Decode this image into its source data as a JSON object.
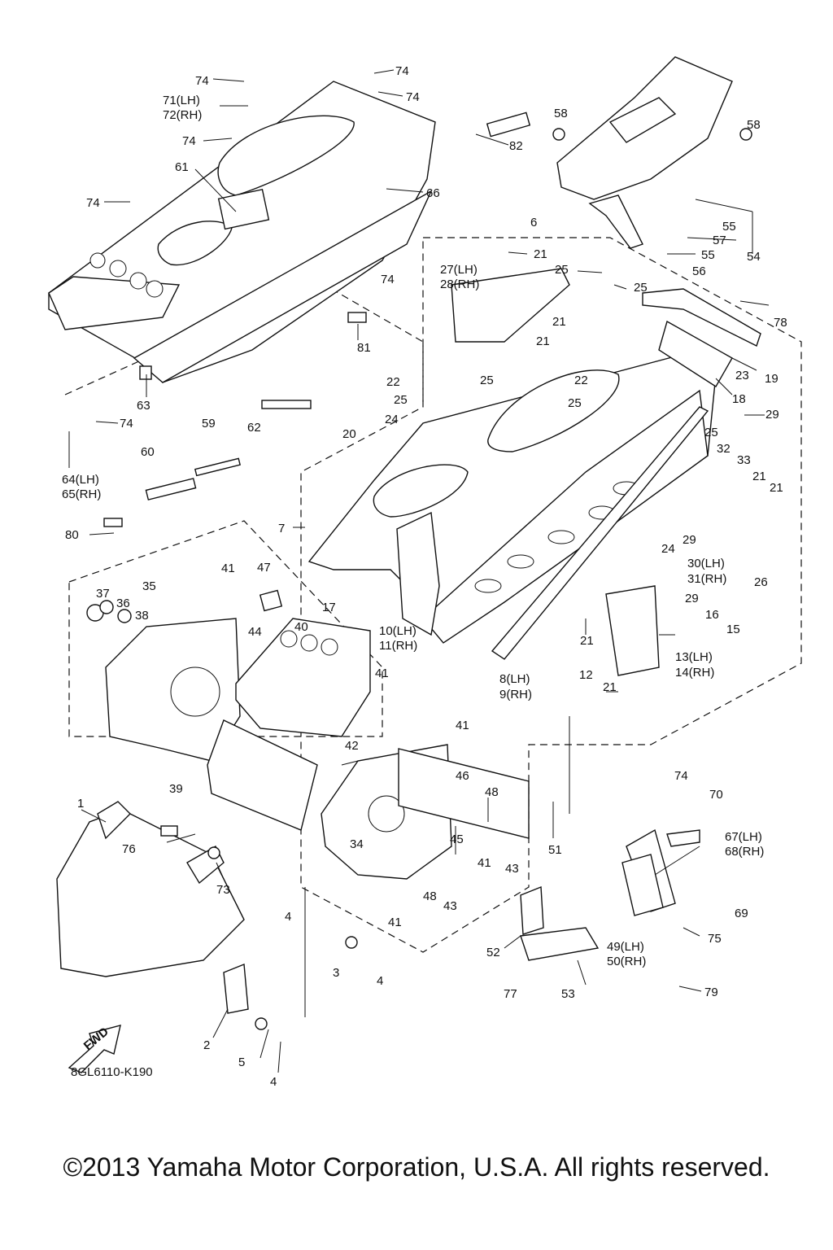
{
  "diagram": {
    "code": "8GL6110-K190",
    "fwd_label": "FWD",
    "copyright": "©2013 Yamaha Motor Corporation, U.S.A. All rights reserved.",
    "labels": [
      {
        "id": "l74a",
        "text": "74"
      },
      {
        "id": "l71",
        "text": "71(LH)"
      },
      {
        "id": "l72",
        "text": "72(RH)"
      },
      {
        "id": "l74b",
        "text": "74"
      },
      {
        "id": "l61",
        "text": "61"
      },
      {
        "id": "l74c",
        "text": "74"
      },
      {
        "id": "l74d",
        "text": "74"
      },
      {
        "id": "l74e",
        "text": "74"
      },
      {
        "id": "l82",
        "text": "82"
      },
      {
        "id": "l66",
        "text": "66"
      },
      {
        "id": "l58a",
        "text": "58"
      },
      {
        "id": "l58b",
        "text": "58"
      },
      {
        "id": "l6",
        "text": "6"
      },
      {
        "id": "l55a",
        "text": "55"
      },
      {
        "id": "l57",
        "text": "57"
      },
      {
        "id": "l55b",
        "text": "55"
      },
      {
        "id": "l54",
        "text": "54"
      },
      {
        "id": "l56",
        "text": "56"
      },
      {
        "id": "l21a",
        "text": "21"
      },
      {
        "id": "l27",
        "text": "27(LH)"
      },
      {
        "id": "l28",
        "text": "28(RH)"
      },
      {
        "id": "l25a",
        "text": "25"
      },
      {
        "id": "l25b",
        "text": "25"
      },
      {
        "id": "l74f",
        "text": "74"
      },
      {
        "id": "l78",
        "text": "78"
      },
      {
        "id": "l21b",
        "text": "21"
      },
      {
        "id": "l21c",
        "text": "21"
      },
      {
        "id": "l81",
        "text": "81"
      },
      {
        "id": "l22a",
        "text": "22"
      },
      {
        "id": "l25c",
        "text": "25"
      },
      {
        "id": "l22b",
        "text": "22"
      },
      {
        "id": "l23",
        "text": "23"
      },
      {
        "id": "l19",
        "text": "19"
      },
      {
        "id": "l63",
        "text": "63"
      },
      {
        "id": "l25d",
        "text": "25"
      },
      {
        "id": "l25e",
        "text": "25"
      },
      {
        "id": "l18",
        "text": "18"
      },
      {
        "id": "l74g",
        "text": "74"
      },
      {
        "id": "l59",
        "text": "59"
      },
      {
        "id": "l62",
        "text": "62"
      },
      {
        "id": "l24a",
        "text": "24"
      },
      {
        "id": "l29a",
        "text": "29"
      },
      {
        "id": "l20",
        "text": "20"
      },
      {
        "id": "l25f",
        "text": "25"
      },
      {
        "id": "l32",
        "text": "32"
      },
      {
        "id": "l33",
        "text": "33"
      },
      {
        "id": "l60",
        "text": "60"
      },
      {
        "id": "l64",
        "text": "64(LH)"
      },
      {
        "id": "l65",
        "text": "65(RH)"
      },
      {
        "id": "l21d",
        "text": "21"
      },
      {
        "id": "l21e",
        "text": "21"
      },
      {
        "id": "l7",
        "text": "7"
      },
      {
        "id": "l80",
        "text": "80"
      },
      {
        "id": "l29b",
        "text": "29"
      },
      {
        "id": "l24b",
        "text": "24"
      },
      {
        "id": "l30",
        "text": "30(LH)"
      },
      {
        "id": "l31",
        "text": "31(RH)"
      },
      {
        "id": "l26",
        "text": "26"
      },
      {
        "id": "l47",
        "text": "47"
      },
      {
        "id": "l41a",
        "text": "41"
      },
      {
        "id": "l35",
        "text": "35"
      },
      {
        "id": "l37",
        "text": "37"
      },
      {
        "id": "l36",
        "text": "36"
      },
      {
        "id": "l38",
        "text": "38"
      },
      {
        "id": "l17",
        "text": "17"
      },
      {
        "id": "l29c",
        "text": "29"
      },
      {
        "id": "l10",
        "text": "10(LH)"
      },
      {
        "id": "l11",
        "text": "11(RH)"
      },
      {
        "id": "l16",
        "text": "16"
      },
      {
        "id": "l40",
        "text": "40"
      },
      {
        "id": "l15",
        "text": "15"
      },
      {
        "id": "l21f",
        "text": "21"
      },
      {
        "id": "l44",
        "text": "44"
      },
      {
        "id": "l41b",
        "text": "41"
      },
      {
        "id": "l13",
        "text": "13(LH)"
      },
      {
        "id": "l14",
        "text": "14(RH)"
      },
      {
        "id": "l8",
        "text": "8(LH)"
      },
      {
        "id": "l9",
        "text": "9(RH)"
      },
      {
        "id": "l12",
        "text": "12"
      },
      {
        "id": "l21g",
        "text": "21"
      },
      {
        "id": "l41c",
        "text": "41"
      },
      {
        "id": "l42",
        "text": "42"
      },
      {
        "id": "l39",
        "text": "39"
      },
      {
        "id": "l46",
        "text": "46"
      },
      {
        "id": "l48a",
        "text": "48"
      },
      {
        "id": "l74h",
        "text": "74"
      },
      {
        "id": "l70",
        "text": "70"
      },
      {
        "id": "l1",
        "text": "1"
      },
      {
        "id": "l67",
        "text": "67(LH)"
      },
      {
        "id": "l68",
        "text": "68(RH)"
      },
      {
        "id": "l34",
        "text": "34"
      },
      {
        "id": "l76",
        "text": "76"
      },
      {
        "id": "l51",
        "text": "51"
      },
      {
        "id": "l45",
        "text": "45"
      },
      {
        "id": "l41d",
        "text": "41"
      },
      {
        "id": "l43a",
        "text": "43"
      },
      {
        "id": "l73",
        "text": "73"
      },
      {
        "id": "l48b",
        "text": "48"
      },
      {
        "id": "l43b",
        "text": "43"
      },
      {
        "id": "l69",
        "text": "69"
      },
      {
        "id": "l41e",
        "text": "41"
      },
      {
        "id": "l4a",
        "text": "4"
      },
      {
        "id": "l52",
        "text": "52"
      },
      {
        "id": "l75",
        "text": "75"
      },
      {
        "id": "l49",
        "text": "49(LH)"
      },
      {
        "id": "l50",
        "text": "50(RH)"
      },
      {
        "id": "l3",
        "text": "3"
      },
      {
        "id": "l4b",
        "text": "4"
      },
      {
        "id": "l77",
        "text": "77"
      },
      {
        "id": "l53",
        "text": "53"
      },
      {
        "id": "l79",
        "text": "79"
      },
      {
        "id": "l2",
        "text": "2"
      },
      {
        "id": "l5",
        "text": "5"
      },
      {
        "id": "l4c",
        "text": "4"
      }
    ]
  }
}
